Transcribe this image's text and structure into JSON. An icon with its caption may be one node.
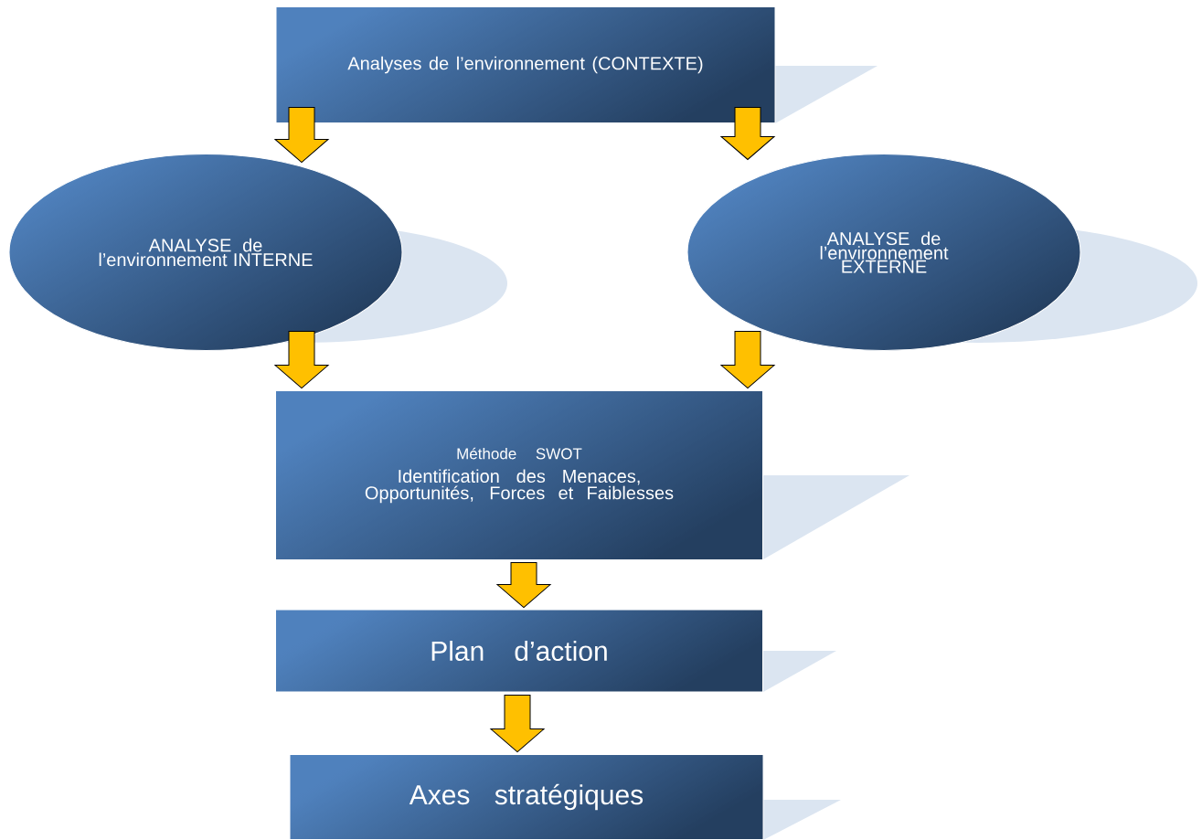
{
  "diagram": {
    "nodes": [
      {
        "text": [
          "Analyses de l’environnement (CONTEXTE)"
        ]
      },
      {
        "text": [
          "ANALYSE de l’environnement INTERNE"
        ]
      },
      {
        "text": [
          "ANALYSE de l’environnement EXTERNE"
        ]
      },
      {
        "text": [
          "Méthode SWOT",
          "Identification des Menaces, Opportunités, Forces et Faiblesses"
        ]
      },
      {
        "text": [
          "Plan d’action"
        ]
      },
      {
        "text": [
          "Axes stratégiques"
        ]
      }
    ],
    "edges": [
      {
        "from": 0,
        "to": 1,
        "arrow": "to"
      },
      {
        "from": 0,
        "to": 2,
        "arrow": "to"
      },
      {
        "from": 1,
        "to": 3,
        "arrow": "to"
      },
      {
        "from": 2,
        "to": 3,
        "arrow": "to"
      },
      {
        "from": 3,
        "to": 4,
        "arrow": "to"
      },
      {
        "from": 4,
        "to": 5,
        "arrow": "to"
      }
    ]
  }
}
